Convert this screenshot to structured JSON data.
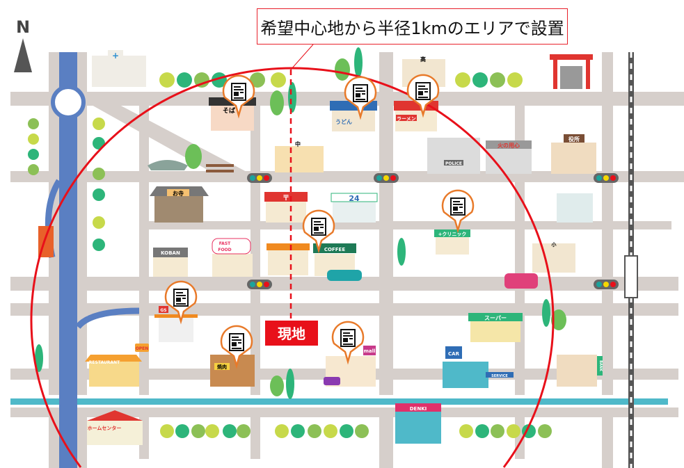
{
  "callout": {
    "text": "希望中心地から半径1kmのエリアで設置"
  },
  "compass": {
    "label": "N"
  },
  "site": {
    "label": "現地"
  },
  "colors": {
    "road": "#d6cfcb",
    "river": "#5a7fc2",
    "canal": "#4fb9c9",
    "radius": "#e8101a",
    "pin": "#e87a2a"
  },
  "buildings": {
    "soba": "そば",
    "udon": "うどん",
    "ramen": "ラーメン",
    "middle_school": "中",
    "high_school": "高",
    "temple": "お寺",
    "koban": "KOBAN",
    "fast_food_1": "FAST",
    "fast_food_2": "FOOD",
    "post": "〒",
    "convenience": "24",
    "coffee": "COFFEE",
    "clinic": "+クリニック",
    "police": "POLICE",
    "fire": "火の用心",
    "city_hall": "役所",
    "elementary": "小",
    "gas": "GS",
    "open": "OPEN",
    "restaurant": "RESTAURANT",
    "yakiniku": "焼肉",
    "mall": "mall",
    "super": "スーパー",
    "car": "CAR",
    "service": "SERVICE",
    "bank": "BANK",
    "denki": "DENKI",
    "home_center": "ホームセンター"
  },
  "markers": [
    {
      "name": "newspaper-marker-soba"
    },
    {
      "name": "newspaper-marker-udon"
    },
    {
      "name": "newspaper-marker-ramen"
    },
    {
      "name": "newspaper-marker-coffee"
    },
    {
      "name": "newspaper-marker-clinic"
    },
    {
      "name": "newspaper-marker-gs"
    },
    {
      "name": "newspaper-marker-yakiniku"
    },
    {
      "name": "newspaper-marker-mall"
    }
  ]
}
